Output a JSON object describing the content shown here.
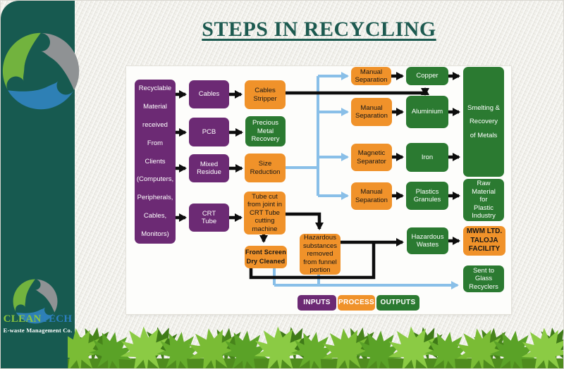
{
  "title": "STEPS IN RECYCLING",
  "logo": {
    "name_left": "CLEAN",
    "name_right": "TECH",
    "tagline": "E-waste Management Co."
  },
  "legend": {
    "inputs": "INPUTS",
    "process": "PROCESS",
    "outputs": "OUTPUTS"
  },
  "colors": {
    "input_purple": "#6c2a74",
    "process_orange": "#f0922a",
    "output_green": "#2b7a31",
    "arrow_black": "#0d0d0d",
    "arrow_blue": "#89bfe8",
    "sidebar_teal": "#175a50",
    "title_teal": "#1d5a50",
    "logo_green": "#8cc63e",
    "logo_blue": "#2c7fc0"
  },
  "flowchart": {
    "nodes": {
      "recyclable_material": {
        "type": "input",
        "label": "Recyclable\nMaterial\nreceived\nFrom\nClients\n(Computers,\nPeripherals,\nCables,\nMonitors)"
      },
      "cables": {
        "type": "input",
        "label": "Cables"
      },
      "pcb": {
        "type": "input",
        "label": "PCB"
      },
      "mixed_residue": {
        "type": "input",
        "label": "Mixed\nResidue"
      },
      "crt_tube": {
        "type": "input",
        "label": "CRT\nTube"
      },
      "cables_stripper": {
        "type": "process",
        "label": "Cables\nStripper"
      },
      "precious_metal_recovery": {
        "type": "output",
        "label": "Precious\nMetal\nRecovery"
      },
      "size_reduction": {
        "type": "process",
        "label": "Size\nReduction"
      },
      "tube_cut": {
        "type": "process",
        "label": "Tube cut\nfrom joint in\nCRT Tube\ncutting\nmachine"
      },
      "front_screen": {
        "type": "process",
        "label": "Front Screen\nDry Cleaned"
      },
      "hazardous_substances": {
        "type": "process",
        "label": "Hazardous\nsubstances\nremoved\nfrom funnel\nportion"
      },
      "manual_separation_1": {
        "type": "process",
        "label": "Manual\nSeparation"
      },
      "manual_separation_2": {
        "type": "process",
        "label": "Manual\nSeparation"
      },
      "magnetic_separator": {
        "type": "process",
        "label": "Magnetic\nSeparator"
      },
      "manual_separation_3": {
        "type": "process",
        "label": "Manual\nSeparation"
      },
      "copper": {
        "type": "output",
        "label": "Copper"
      },
      "aluminium": {
        "type": "output",
        "label": "Aluminium"
      },
      "iron": {
        "type": "output",
        "label": "Iron"
      },
      "plastics_granules": {
        "type": "output",
        "label": "Plastics\nGranules"
      },
      "smelting": {
        "type": "output",
        "label": "Smelting &\nRecovery\nof Metals"
      },
      "raw_material": {
        "type": "output",
        "label": "Raw\nMaterial\nfor\nPlastic\nIndustry"
      },
      "hazardous_wastes": {
        "type": "output",
        "label": "Hazardous\nWastes"
      },
      "mwm_facility": {
        "type": "process",
        "label": "MWM LTD.\nTALOJA\nFACILITY"
      },
      "sent_to_glass": {
        "type": "output",
        "label": "Sent to\nGlass\nRecyclers"
      }
    },
    "edges": [
      {
        "from": "recyclable_material",
        "to": "cables",
        "type": "black"
      },
      {
        "from": "recyclable_material",
        "to": "pcb",
        "type": "black"
      },
      {
        "from": "recyclable_material",
        "to": "mixed_residue",
        "type": "black"
      },
      {
        "from": "recyclable_material",
        "to": "crt_tube",
        "type": "black"
      },
      {
        "from": "cables",
        "to": "cables_stripper",
        "type": "black"
      },
      {
        "from": "pcb",
        "to": "precious_metal_recovery",
        "type": "black"
      },
      {
        "from": "mixed_residue",
        "to": "size_reduction",
        "type": "black"
      },
      {
        "from": "crt_tube",
        "to": "tube_cut",
        "type": "black"
      },
      {
        "from": "cables_stripper",
        "to": "copper",
        "type": "black"
      },
      {
        "from": "cables_stripper",
        "to": "aluminium",
        "type": "black"
      },
      {
        "from": "size_reduction",
        "to": "manual_separation_1",
        "type": "blue"
      },
      {
        "from": "size_reduction",
        "to": "manual_separation_2",
        "type": "blue"
      },
      {
        "from": "size_reduction",
        "to": "magnetic_separator",
        "type": "blue"
      },
      {
        "from": "size_reduction",
        "to": "manual_separation_3",
        "type": "blue"
      },
      {
        "from": "manual_separation_1",
        "to": "copper",
        "type": "black"
      },
      {
        "from": "manual_separation_2",
        "to": "aluminium",
        "type": "black"
      },
      {
        "from": "magnetic_separator",
        "to": "iron",
        "type": "black"
      },
      {
        "from": "manual_separation_3",
        "to": "plastics_granules",
        "type": "black"
      },
      {
        "from": "copper",
        "to": "smelting",
        "type": "black"
      },
      {
        "from": "aluminium",
        "to": "smelting",
        "type": "black"
      },
      {
        "from": "iron",
        "to": "smelting",
        "type": "black"
      },
      {
        "from": "plastics_granules",
        "to": "raw_material",
        "type": "black"
      },
      {
        "from": "tube_cut",
        "to": "hazardous_substances",
        "type": "black"
      },
      {
        "from": "tube_cut",
        "to": "front_screen",
        "type": "black"
      },
      {
        "from": "hazardous_substances",
        "to": "hazardous_wastes",
        "type": "black"
      },
      {
        "from": "front_screen",
        "to": "hazardous_wastes",
        "type": "black"
      },
      {
        "from": "hazardous_wastes",
        "to": "mwm_facility",
        "type": "black"
      },
      {
        "from": "front_screen",
        "to": "sent_to_glass",
        "type": "blue"
      },
      {
        "from": "hazardous_substances",
        "to": "sent_to_glass",
        "type": "blue"
      }
    ]
  }
}
